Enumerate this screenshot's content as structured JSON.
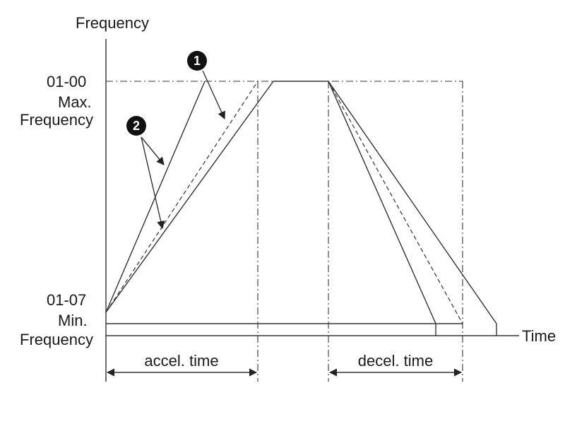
{
  "axes": {
    "y_label": "Frequency",
    "x_label": "Time"
  },
  "y_levels": {
    "max": {
      "code": "01-00",
      "line1": "Max.",
      "line2": "Frequency"
    },
    "min": {
      "code": "01-07",
      "line1": "Min.",
      "line2": "Frequency"
    }
  },
  "spans": {
    "accel": "accel. time",
    "decel": "decel. time"
  },
  "markers": {
    "m1": "1",
    "m2": "2"
  },
  "colors": {
    "ink": "#333333",
    "badge": "#111111"
  }
}
